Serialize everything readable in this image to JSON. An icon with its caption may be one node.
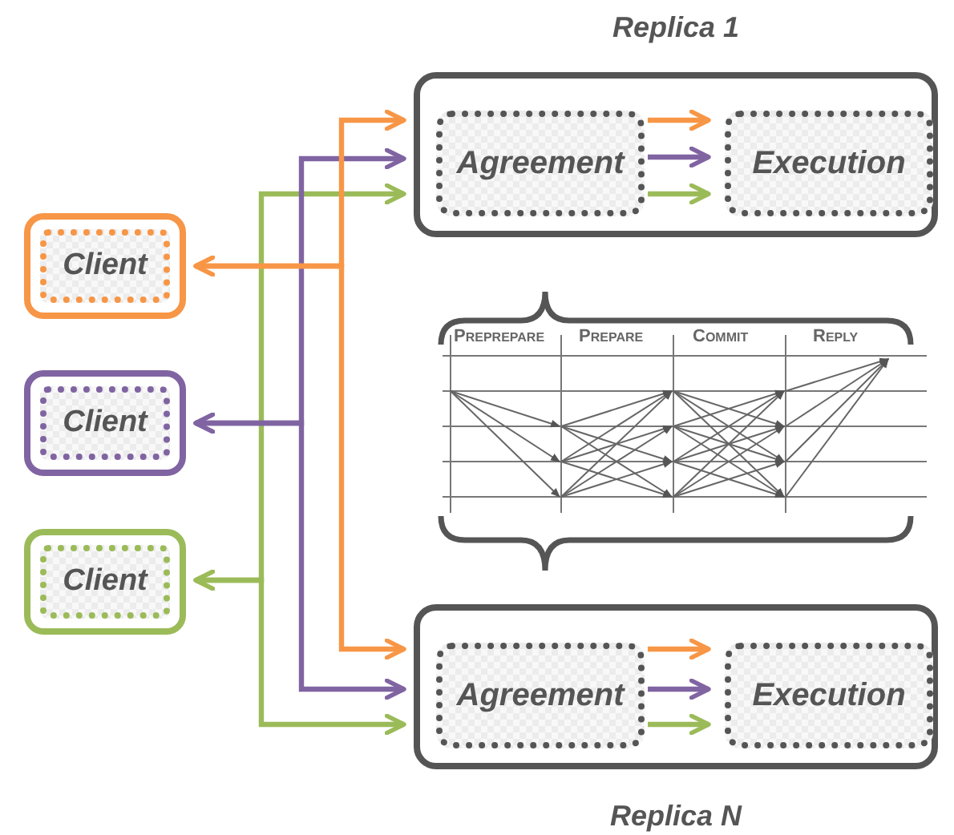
{
  "diagram": {
    "nodes": [
      {
        "text": [
          "Client"
        ]
      },
      {
        "text": [
          "Client"
        ]
      },
      {
        "text": [
          "Client"
        ]
      },
      {
        "text": [
          "Replica 1"
        ]
      },
      {
        "text": [
          "Agreement"
        ],
        "in": 3
      },
      {
        "text": [
          "Execution"
        ],
        "in": 3
      },
      {
        "text": [
          "Replica N"
        ]
      },
      {
        "text": [
          "Agreement"
        ],
        "in": 6
      },
      {
        "text": [
          "Execution"
        ],
        "in": 6
      }
    ],
    "edges": [
      {
        "from": 0,
        "to": 3,
        "arrow": "both",
        "color": "#f79646"
      },
      {
        "from": 0,
        "to": 6,
        "arrow": "both",
        "color": "#f79646"
      },
      {
        "from": 1,
        "to": 3,
        "arrow": "both",
        "color": "#8064a2"
      },
      {
        "from": 1,
        "to": 6,
        "arrow": "both",
        "color": "#8064a2"
      },
      {
        "from": 2,
        "to": 3,
        "arrow": "both",
        "color": "#9bbb59"
      },
      {
        "from": 2,
        "to": 6,
        "arrow": "both",
        "color": "#9bbb59"
      },
      {
        "from": 4,
        "to": 5,
        "arrow": "to",
        "color": "#f79646"
      },
      {
        "from": 4,
        "to": 5,
        "arrow": "to",
        "color": "#8064a2"
      },
      {
        "from": 4,
        "to": 5,
        "arrow": "to",
        "color": "#9bbb59"
      },
      {
        "from": 7,
        "to": 8,
        "arrow": "to",
        "color": "#f79646"
      },
      {
        "from": 7,
        "to": 8,
        "arrow": "to",
        "color": "#8064a2"
      },
      {
        "from": 7,
        "to": 8,
        "arrow": "to",
        "color": "#9bbb59"
      }
    ],
    "labels": [
      "Preprepare",
      "Prepare",
      "Commit",
      "Reply"
    ]
  }
}
